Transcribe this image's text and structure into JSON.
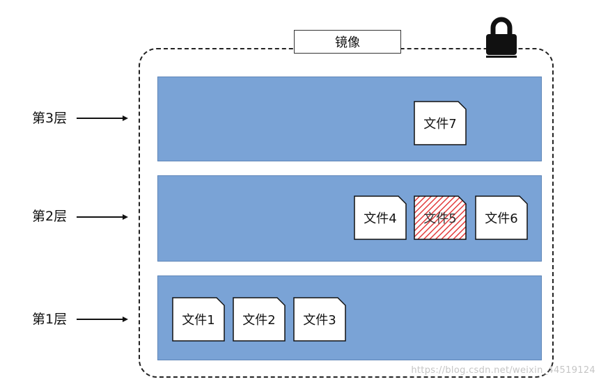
{
  "image": {
    "title": "镜像",
    "icon": "lock-icon"
  },
  "layers": [
    {
      "label": "第3层",
      "files": [
        "文件7"
      ]
    },
    {
      "label": "第2层",
      "files": [
        "文件4",
        "文件5",
        "文件6"
      ]
    },
    {
      "label": "第1层",
      "files": [
        "文件1",
        "文件2",
        "文件3"
      ]
    }
  ],
  "highlighted_file": "文件5",
  "watermark": "https://blog.csdn.net/weixin_44519124",
  "colors": {
    "layer_fill": "#7aa3d6",
    "highlight_hatch": "#e23a3a",
    "frame_stroke": "#222222"
  }
}
